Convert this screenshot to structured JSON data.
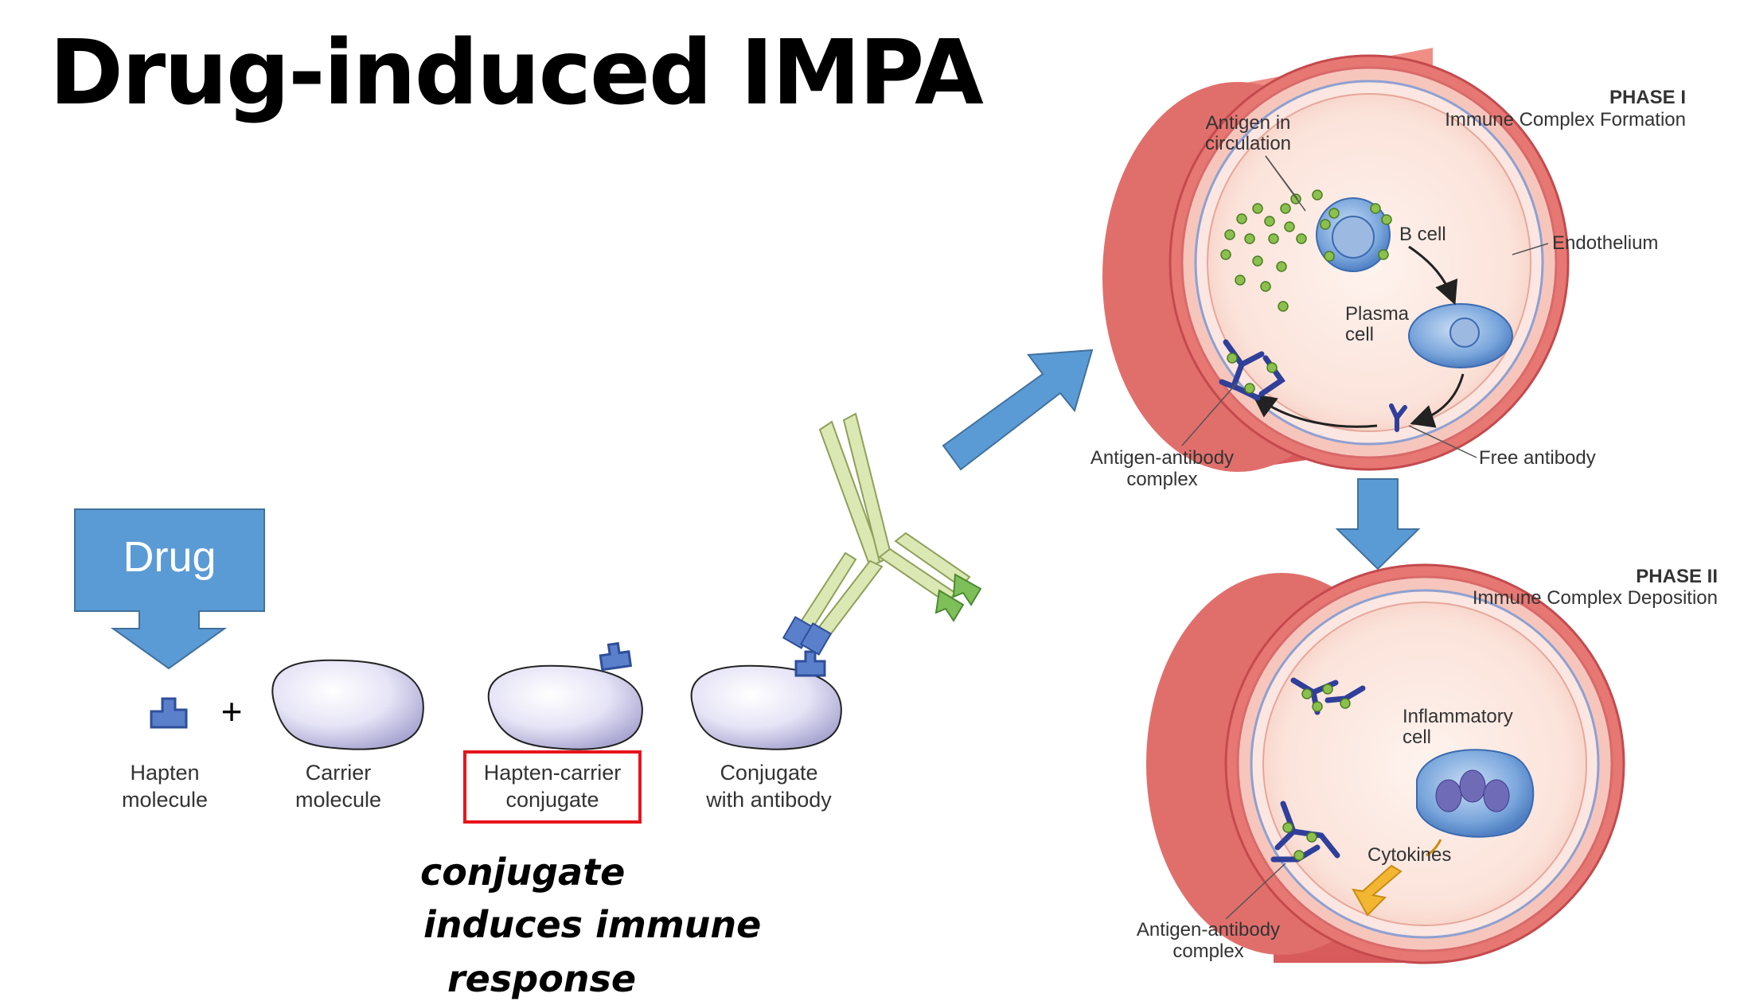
{
  "title": "Drug-induced IMPA",
  "left": {
    "drug_box": "Drug",
    "plus": "+",
    "labels": {
      "hapten": [
        "Hapten",
        "molecule"
      ],
      "carrier": [
        "Carrier",
        "molecule"
      ],
      "conjugate": [
        "Hapten-carrier",
        "conjugate"
      ],
      "antibody": [
        "Conjugate",
        "with antibody"
      ]
    },
    "handwritten": [
      "conjugate",
      "induces immune",
      "response"
    ]
  },
  "phase1": {
    "phase": "PHASE I",
    "name": "Immune Complex Formation",
    "antigen": [
      "Antigen in",
      "circulation"
    ],
    "b_cell": "B cell",
    "endothelium": "Endothelium",
    "plasma": [
      "Plasma",
      "cell"
    ],
    "complex": [
      "Antigen-antibody",
      "complex"
    ],
    "free_antibody": "Free antibody"
  },
  "phase2": {
    "phase": "PHASE II",
    "name": "Immune Complex Deposition",
    "inflammatory": [
      "Inflammatory",
      "cell"
    ],
    "cytokines": "Cytokines",
    "complex": [
      "Antigen-antibody",
      "complex"
    ]
  },
  "colors": {
    "arrow_blue": "#5b9bd5",
    "highlight_red": "#e8141b",
    "vessel_wall": "#e0676a",
    "antibody_green": "#dce8b4",
    "antigen_green": "#8cc04e"
  }
}
